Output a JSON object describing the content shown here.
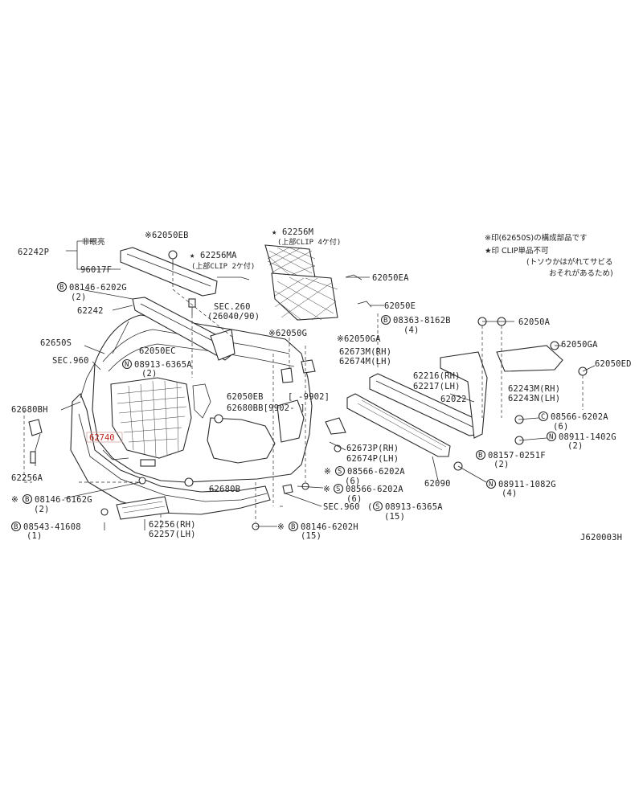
{
  "notes": {
    "note1": "※印(62650S)の構成部品です",
    "note2": "★印 CLIP単品不可",
    "note3": "(トソウかはがれてサビる",
    "note4": "おそれがあるため)"
  },
  "figure_id": "J620003H",
  "labels": {
    "p62242P": "62242P",
    "hibouka": "非眼亮",
    "p96017F": "96017F",
    "p62050EB_top": "※62050EB",
    "p62256MA": "★ 62256MA",
    "p62256MA_sub": "(上部CLIP 2ケ付)",
    "p62256M": "★ 62256M",
    "p62256M_sub": "(上部CLIP 4ケ付)",
    "p62050EA": "62050EA",
    "p62050E": "62050E",
    "b08146_6202G": "08146-6202G",
    "qty2a": "(2)",
    "p62242": "62242",
    "sec260": "SEC.260",
    "sec260_sub": "(26040/90)",
    "p08363": "08363-8162B",
    "qty4a": "(4)",
    "p62050A": "62050A",
    "p62650S": "62650S",
    "sec960a": "SEC.960",
    "p62050EC": "62050EC",
    "p62050G": "※62050G",
    "p62050GA_l": "※62050GA",
    "p62050GA_r": "62050GA",
    "n08913": "08913-6365A",
    "qty2b": "(2)",
    "p62673M": "62673M(RH)",
    "p62674M": "62674M(LH)",
    "p62216": "62216(RH)",
    "p62217": "62217(LH)",
    "p62050ED": "62050ED",
    "p62243M": "62243M(RH)",
    "p62243N": "62243N(LH)",
    "p62680BH": "62680BH",
    "p62050EB_m": "62050EB",
    "range1": "[   -9902]",
    "p62680BB": "62680BB[9902-   ]",
    "p62022": "62022",
    "c08566_a": "08566-6202A",
    "qty6a": "(6)",
    "n08911_1402G": "08911-1402G",
    "qty2c": "(2)",
    "p62740": "62740",
    "p62673P": "62673P(RH)",
    "p62674P": "62674P(LH)",
    "b08157": "08157-0251F",
    "qty2d": "(2)",
    "s08566_b": "08566-6202A",
    "qty6b": "(6)",
    "p62256A": "62256A",
    "p62090": "62090",
    "n08911_1082G": "08911-1082G",
    "qty4b": "(4)",
    "b08146_6162G": "08146-6162G",
    "qty2e": "(2)",
    "p62680B": "62680B",
    "s08566_c": "08566-6202A",
    "qty6c": "(6)",
    "sec960b": "SEC.960",
    "s08913": "08913-6365A",
    "qty15a": "(15)",
    "b08543": "08543-41608",
    "qty1": "(1)",
    "p62256RH": "62256(RH)",
    "p62257LH": "62257(LH)",
    "b08146_6202H": "08146-6202H",
    "qty15b": "(15)"
  }
}
